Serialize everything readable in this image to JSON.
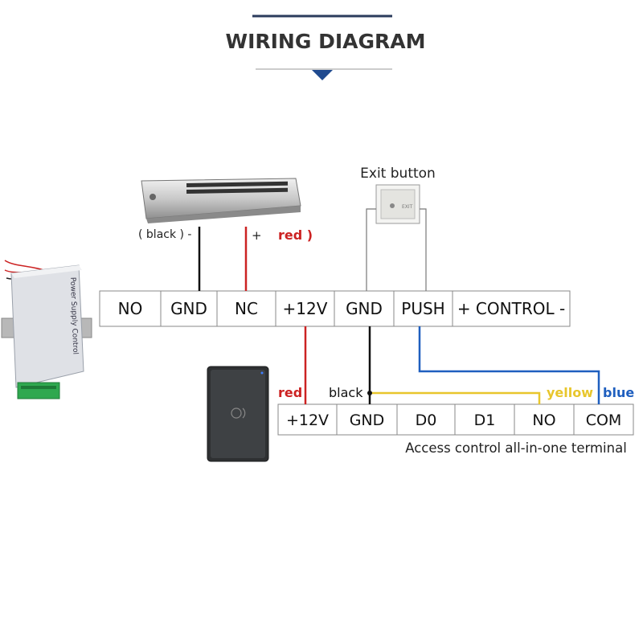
{
  "header": {
    "title": "WIRING DIAGRAM"
  },
  "lock": {
    "neg_label": "( black ) -",
    "pos_label": "+",
    "pos_color_label": "red )"
  },
  "exit_button": {
    "label": "Exit button"
  },
  "power_supply": {
    "brand_text": "Power Supply Control"
  },
  "top_terminal": {
    "cells": [
      "NO",
      "GND",
      "NC",
      "+12V",
      "GND",
      "PUSH",
      "+ CONTROL -"
    ]
  },
  "bottom_terminal": {
    "cells": [
      "+12V",
      "GND",
      "D0",
      "D1",
      "NO",
      "COM"
    ],
    "caption": "Access control all-in-one terminal"
  },
  "wire_labels": {
    "red": "red",
    "black": "black",
    "yellow": "yellow",
    "blue": "blue"
  },
  "colors": {
    "title": "#333333",
    "accent": "#2b3b5c",
    "red": "#cc2222",
    "black": "#111111",
    "yellow": "#e8c62c",
    "blue": "#1f5fbf",
    "terminal_border": "#888888"
  }
}
